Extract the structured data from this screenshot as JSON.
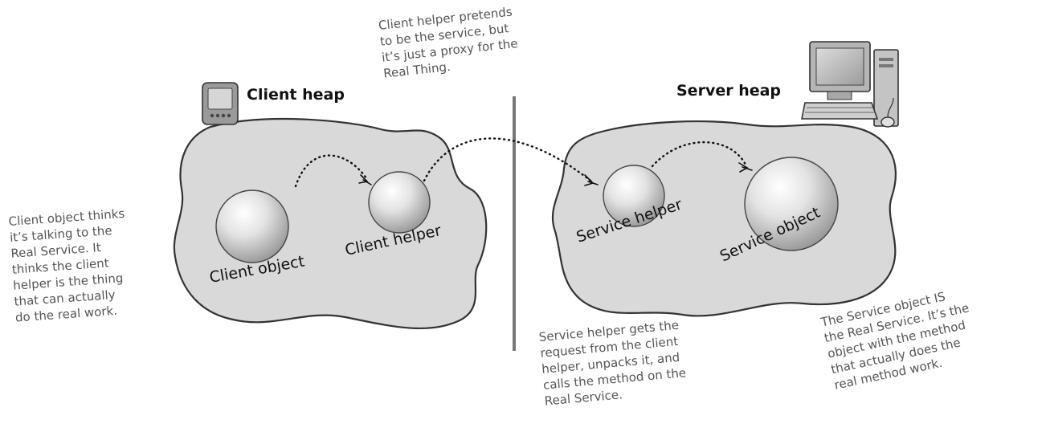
{
  "diagram": {
    "client_heap_title": "Client heap",
    "server_heap_title": "Server heap",
    "client_object_label": "Client object",
    "client_helper_label": "Client helper",
    "service_helper_label": "Service helper",
    "service_object_label": "Service object",
    "notes": {
      "client_helper": "Client helper pretends\nto be the service, but\nit’s just a proxy for the\nReal Thing.",
      "client_object": "Client object thinks\nit’s talking to the\nReal Service. It\nthinks the client\nhelper is the thing\nthat can actually\ndo the real work.",
      "service_helper": "Service helper gets the\nrequest from the client\nhelper, unpacks it, and\ncalls the method on the\nReal Service.",
      "service_object": "The Service object IS\nthe Real Service. It’s the\nobject with the method\nthat actually does the\nreal method work."
    }
  }
}
